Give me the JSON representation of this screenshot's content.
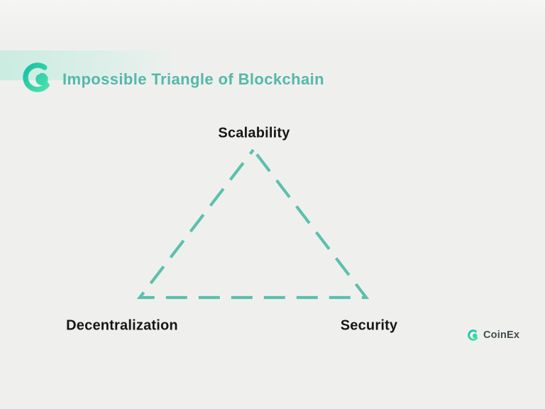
{
  "header": {
    "title": "Impossible Triangle of Blockchain"
  },
  "diagram": {
    "type": "triangle",
    "vertices": [
      {
        "position": "top",
        "label": "Scalability"
      },
      {
        "position": "bottom-left",
        "label": "Decentralization"
      },
      {
        "position": "bottom-right",
        "label": "Security"
      }
    ],
    "edge_style": "dashed"
  },
  "footer": {
    "brand": "CoinEx"
  },
  "colors": {
    "background": "#eff0ee",
    "background_top": "#f5f6f4",
    "accent_teal": "#5cc0ad",
    "title_teal": "#55b8a8",
    "text_black": "#161616",
    "logo_gradient_start": "#14c0a5",
    "logo_gradient_end": "#4fe0ac",
    "footer_text": "#3f4c4b",
    "highlight": "#cdeee4"
  }
}
